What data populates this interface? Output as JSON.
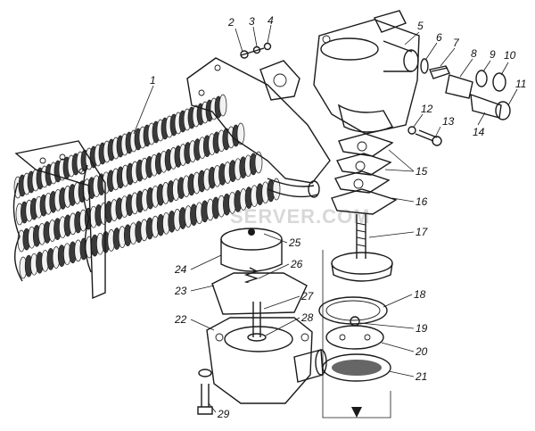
{
  "watermark": "SERVER.COM",
  "callouts": [
    {
      "id": "label-1",
      "text": "1"
    },
    {
      "id": "label-2",
      "text": "2"
    },
    {
      "id": "label-3",
      "text": "3"
    },
    {
      "id": "label-4",
      "text": "4"
    },
    {
      "id": "label-5",
      "text": "5"
    },
    {
      "id": "label-6",
      "text": "6"
    },
    {
      "id": "label-7",
      "text": "7"
    },
    {
      "id": "label-8",
      "text": "8"
    },
    {
      "id": "label-9",
      "text": "9"
    },
    {
      "id": "label-10",
      "text": "10"
    },
    {
      "id": "label-11",
      "text": "11"
    },
    {
      "id": "label-12",
      "text": "12"
    },
    {
      "id": "label-13",
      "text": "13"
    },
    {
      "id": "label-14",
      "text": "14"
    },
    {
      "id": "label-15",
      "text": "15"
    },
    {
      "id": "label-16",
      "text": "16"
    },
    {
      "id": "label-17",
      "text": "17"
    },
    {
      "id": "label-18",
      "text": "18"
    },
    {
      "id": "label-19",
      "text": "19"
    },
    {
      "id": "label-20",
      "text": "20"
    },
    {
      "id": "label-21",
      "text": "21"
    },
    {
      "id": "label-22",
      "text": "22"
    },
    {
      "id": "label-23",
      "text": "23"
    },
    {
      "id": "label-24",
      "text": "24"
    },
    {
      "id": "label-25",
      "text": "25"
    },
    {
      "id": "label-26",
      "text": "26"
    },
    {
      "id": "label-27",
      "text": "27"
    },
    {
      "id": "label-28",
      "text": "28"
    },
    {
      "id": "label-29",
      "text": "29"
    }
  ]
}
